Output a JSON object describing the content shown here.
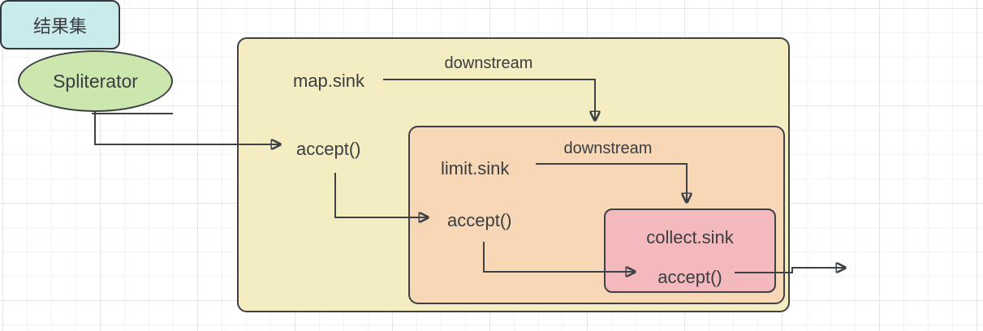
{
  "diagram": {
    "source_node": {
      "label": "Spliterator"
    },
    "outer_box": {
      "sink": "map.sink",
      "downstream": "downstream",
      "accept": "accept()"
    },
    "middle_box": {
      "sink": "limit.sink",
      "downstream": "downstream",
      "accept": "accept()"
    },
    "inner_box": {
      "sink": "collect.sink",
      "accept": "accept()"
    },
    "result_node": {
      "label": "结果集"
    },
    "colors": {
      "source_fill": "#cbe7ad",
      "outer_fill": "#f4edc2",
      "middle_fill": "#f7d7b6",
      "inner_fill": "#f4b9bd",
      "result_fill": "#c9ebec",
      "stroke": "#3d4247",
      "text": "#3a3d40",
      "grid_minor": "#f3f3f3",
      "grid_major": "#e4e4e4"
    }
  }
}
